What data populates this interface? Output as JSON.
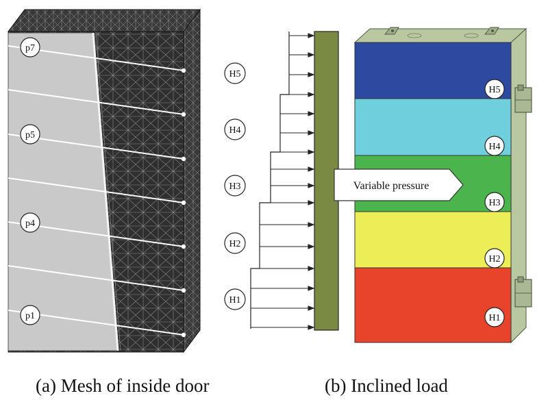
{
  "colors": {
    "mesh_dark": "#2b2b2b",
    "mesh_panel": "#c9c9c9",
    "wall_olive": "#7a8a42",
    "frame_green": "#b8c9a2",
    "zone_H5": "#2e4aa0",
    "zone_H4": "#6fcfdc",
    "zone_H3": "#4cb44c",
    "zone_H2": "#eded57",
    "zone_H1": "#e8442c"
  },
  "panel_a": {
    "caption": "(a) Mesh of inside door",
    "points": [
      "p7",
      "p5",
      "p4",
      "p1"
    ]
  },
  "panel_b": {
    "caption": "(b) Inclined load",
    "zones": [
      "H5",
      "H4",
      "H3",
      "H2",
      "H1"
    ],
    "pressure_label": "Variable pressure"
  }
}
